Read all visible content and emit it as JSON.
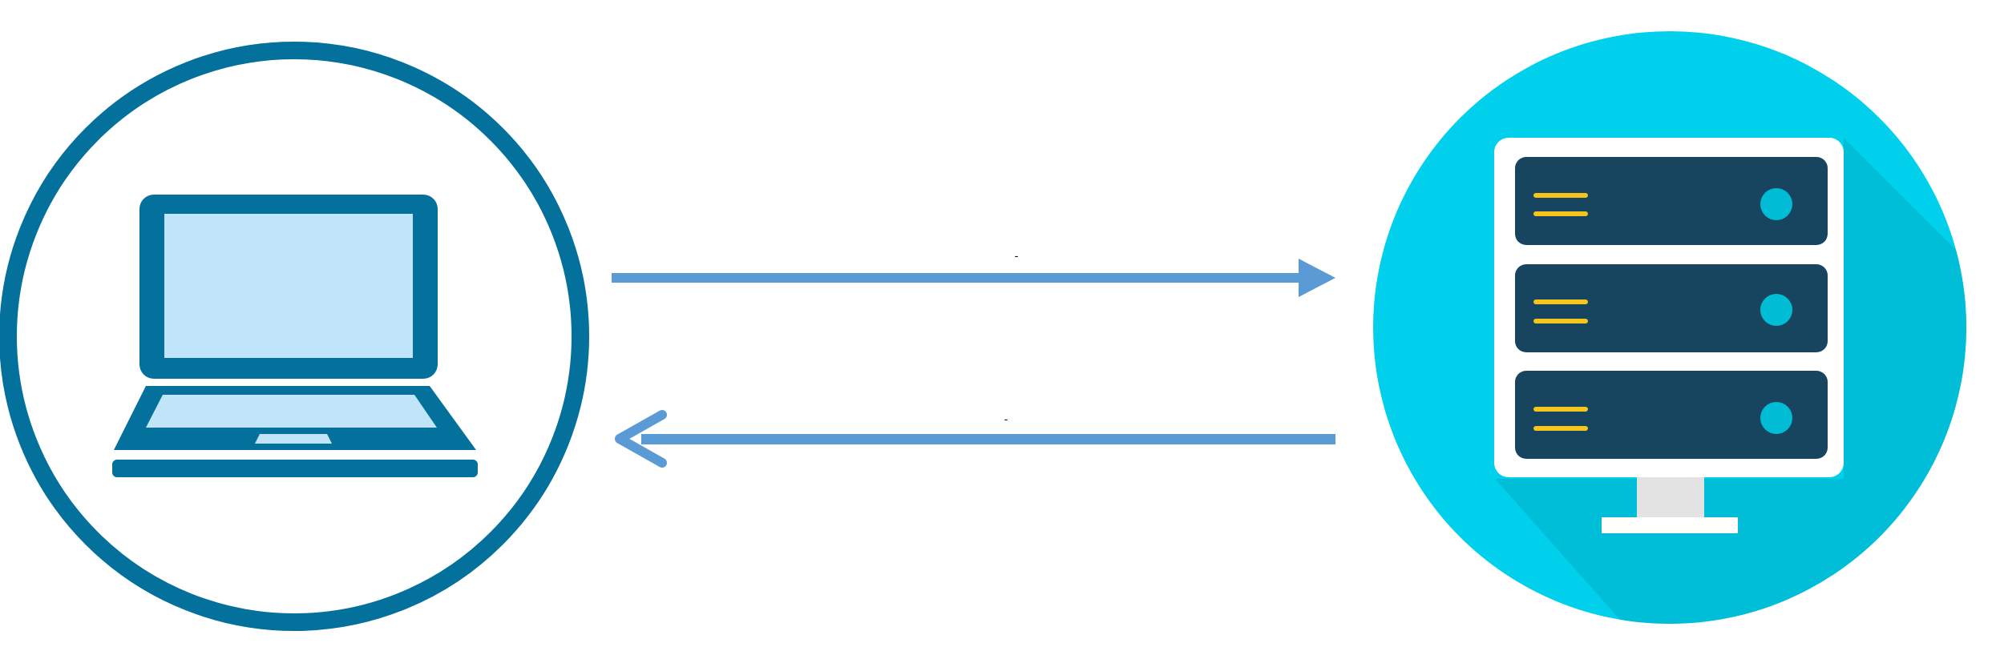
{
  "diagram": {
    "nodes": [
      {
        "id": "client",
        "icon": "laptop-icon"
      },
      {
        "id": "server",
        "icon": "server-rack-icon"
      }
    ],
    "edges": [
      {
        "from": "client",
        "to": "server",
        "label": "-"
      },
      {
        "from": "server",
        "to": "client",
        "label": "-"
      }
    ]
  },
  "colors": {
    "client_ring": "#04709C",
    "client_screen": "#C0E4F8",
    "server_circle": "#00D0EC",
    "server_shadow": "#00BED8",
    "server_panel": "#17455F",
    "server_led": "#00BCD4",
    "server_lines": "#F6C51B",
    "server_stand": "#E3E3E3",
    "arrow": "#5B9BD5"
  }
}
